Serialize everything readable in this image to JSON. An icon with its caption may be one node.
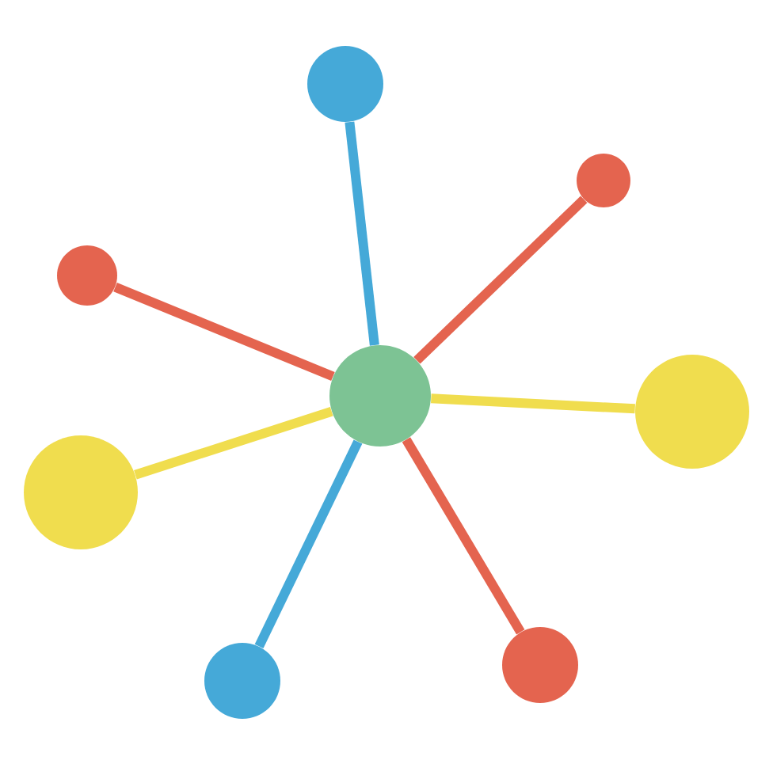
{
  "diagram": {
    "nodes": [
      {
        "text": [],
        "shape": "circle"
      },
      {
        "text": [],
        "shape": "circle"
      },
      {
        "text": [],
        "shape": "circle"
      },
      {
        "text": [],
        "shape": "circle"
      },
      {
        "text": [],
        "shape": "circle"
      },
      {
        "text": [],
        "shape": "circle"
      },
      {
        "text": [],
        "shape": "circle"
      },
      {
        "text": [],
        "shape": "circle"
      }
    ],
    "edges": [
      {
        "from": 3,
        "to": 0,
        "arrow": "none",
        "color": "#45a9d8"
      },
      {
        "from": 3,
        "to": 1,
        "arrow": "none",
        "color": "#e4644f"
      },
      {
        "from": 3,
        "to": 2,
        "arrow": "none",
        "color": "#e4644f"
      },
      {
        "from": 3,
        "to": 4,
        "arrow": "none",
        "color": "#f0dd4e"
      },
      {
        "from": 3,
        "to": 5,
        "arrow": "none",
        "color": "#f0dd4e"
      },
      {
        "from": 3,
        "to": 6,
        "arrow": "none",
        "color": "#e4644f"
      },
      {
        "from": 3,
        "to": 7,
        "arrow": "none",
        "color": "#45a9d8"
      }
    ]
  }
}
